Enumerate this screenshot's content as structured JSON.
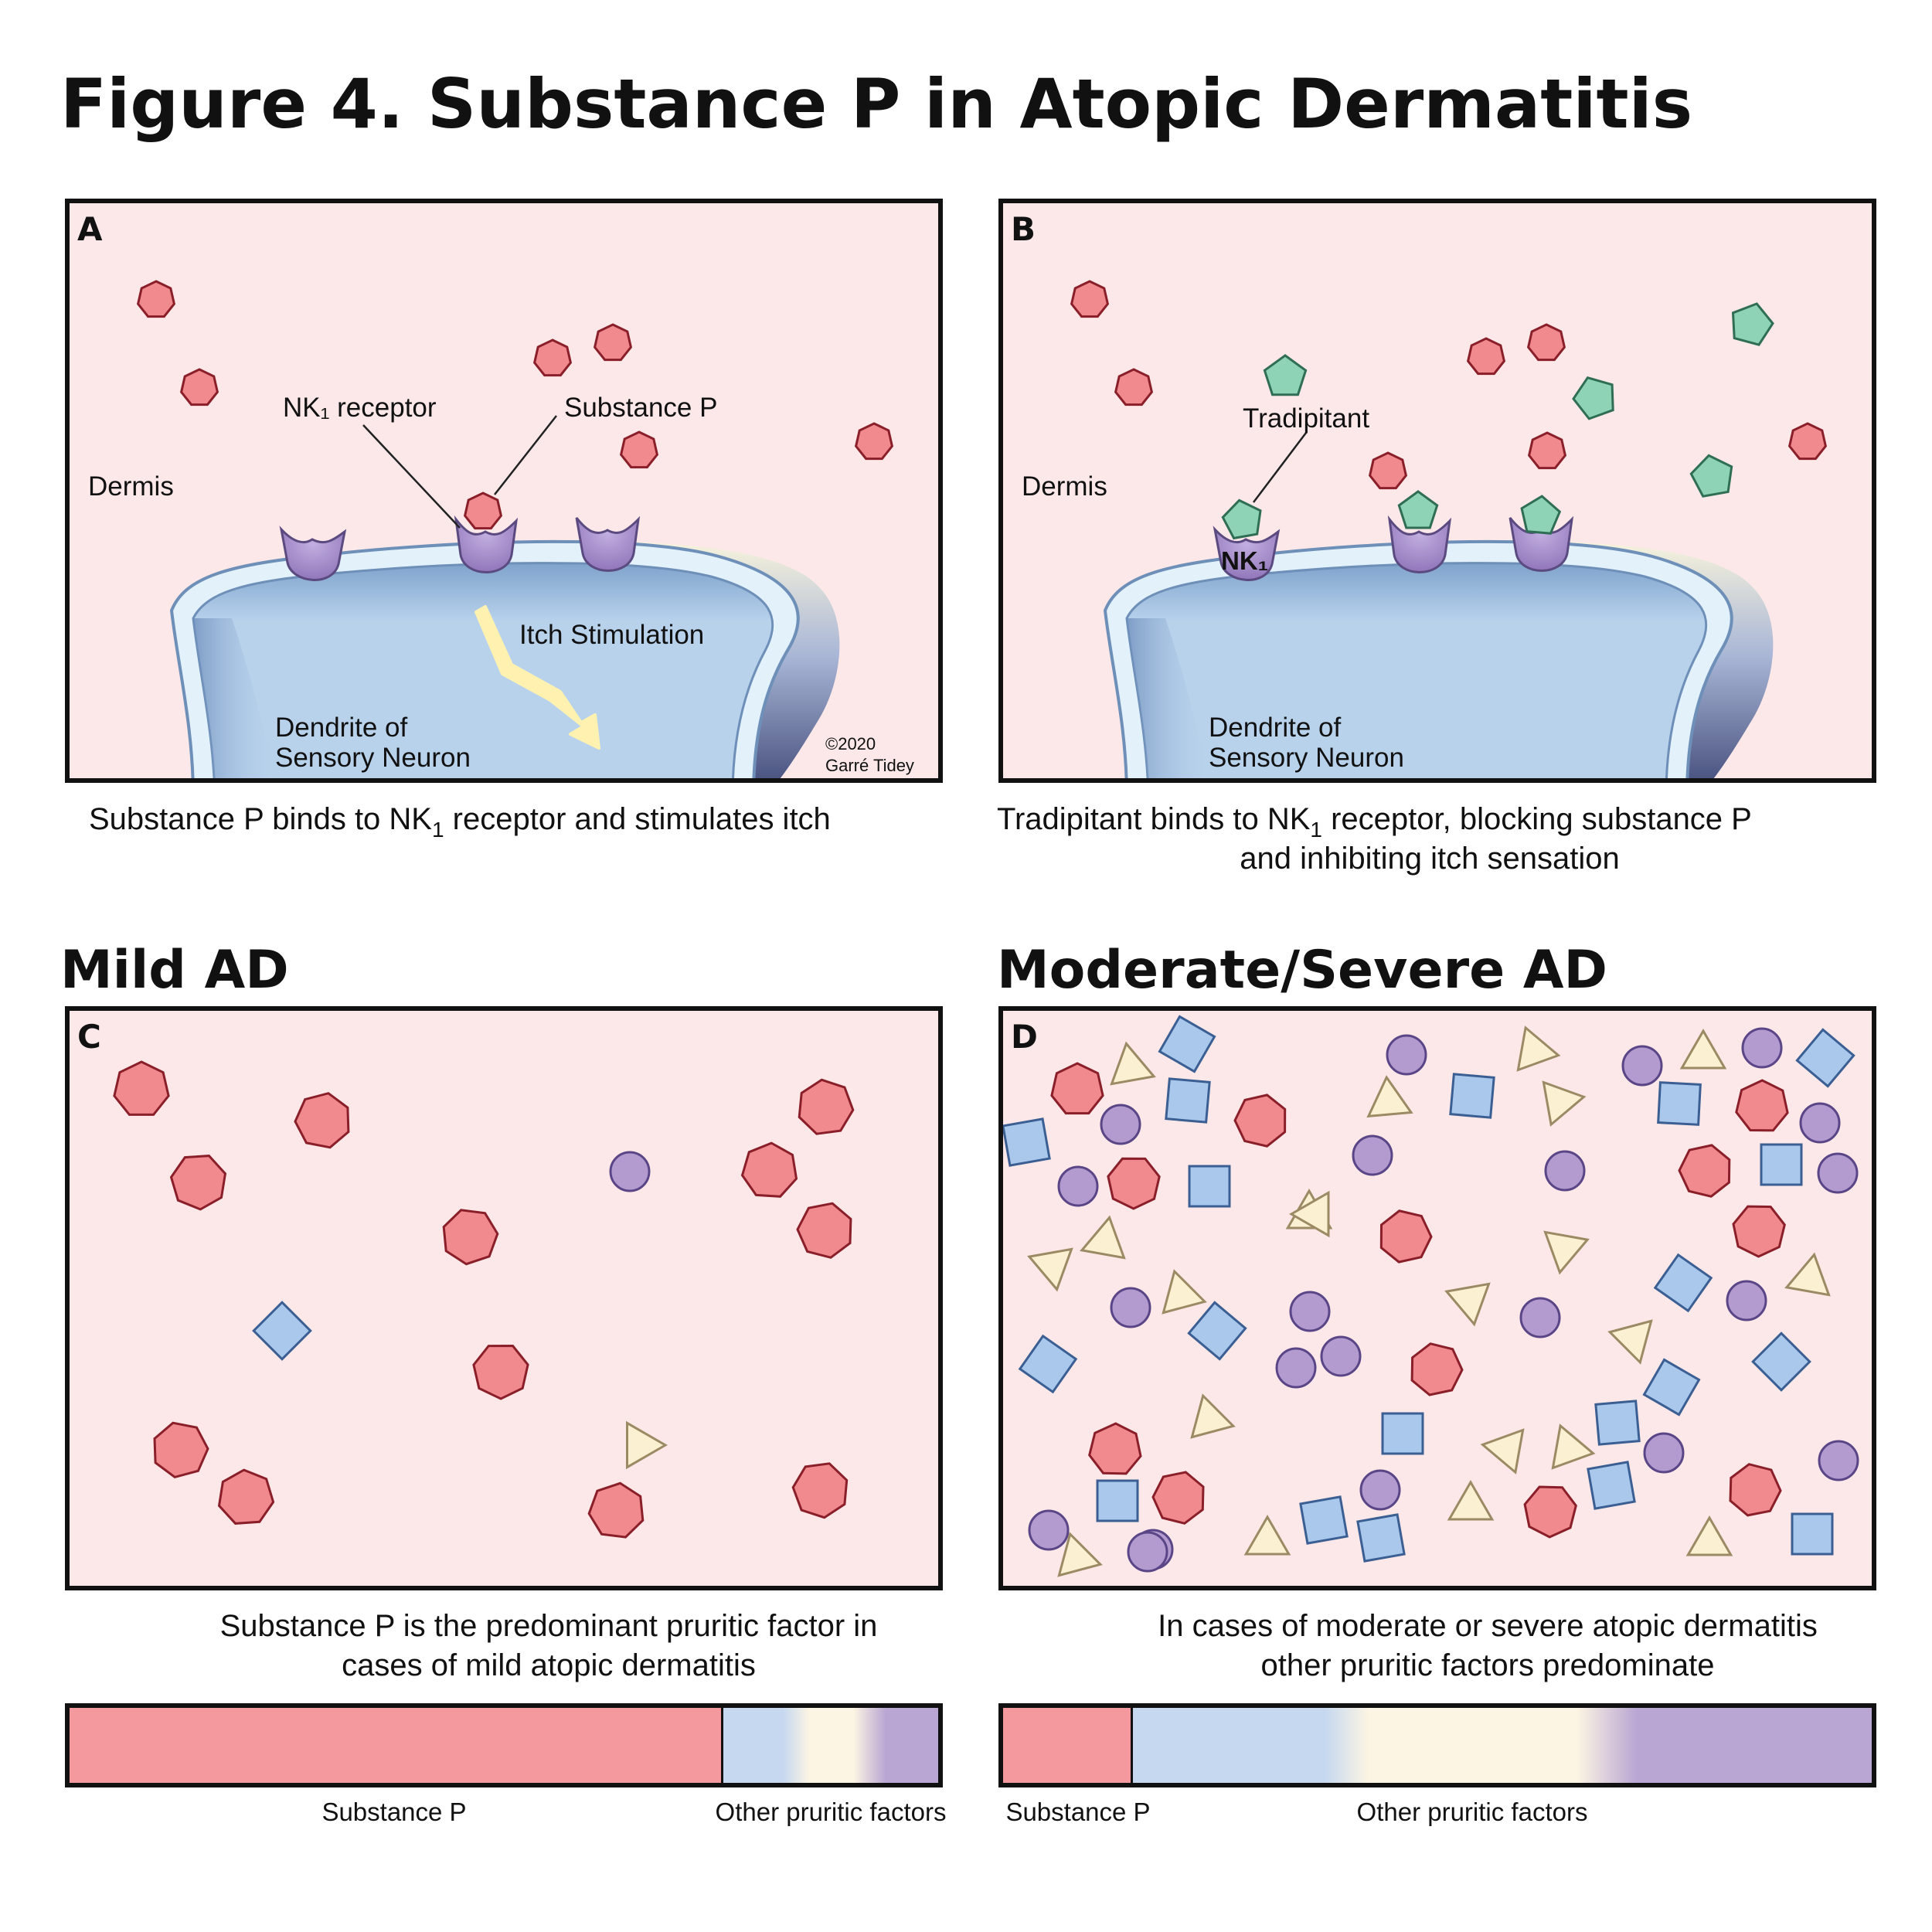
{
  "title": "Figure 4. Substance P in Atopic Dermatitis",
  "panels": {
    "a": {
      "letter": "A",
      "labels": {
        "dermis": "Dermis",
        "receptor": "NK₁ receptor",
        "substance_p": "Substance P",
        "itch": "Itch Stimulation",
        "dendrite_line1": "Dendrite of",
        "dendrite_line2": "Sensory Neuron",
        "copyright_line1": "©2020",
        "copyright_line2": "Garré Tidey"
      },
      "caption": {
        "pre": "Substance P binds to NK",
        "sub": "1",
        "post": " receptor and stimulates itch"
      }
    },
    "b": {
      "letter": "B",
      "labels": {
        "dermis": "Dermis",
        "tradipitant": "Tradipitant",
        "nk1": "NK₁",
        "dendrite_line1": "Dendrite of",
        "dendrite_line2": "Sensory Neuron"
      },
      "caption": {
        "line1_pre": "Tradipitant binds to NK",
        "line1_sub": "1",
        "line1_post": " receptor, blocking substance P",
        "line2": "and inhibiting itch sensation"
      }
    },
    "c": {
      "heading": "Mild AD",
      "letter": "C",
      "caption_line1": "Substance P is the predominant pruritic factor in",
      "caption_line2": "cases of mild atopic dermatitis",
      "bar": {
        "substance_p_label": "Substance P",
        "other_label": "Other pruritic factors"
      }
    },
    "d": {
      "heading": "Moderate/Severe AD",
      "letter": "D",
      "caption_line1": "In cases of moderate or severe atopic dermatitis",
      "caption_line2": "other pruritic factors predominate",
      "bar": {
        "substance_p_label": "Substance P",
        "other_label": "Other pruritic factors"
      }
    }
  },
  "colors": {
    "panel_bg": "#fce8e8",
    "substance_p": "#f08a8e",
    "tradipitant": "#8fd3b6",
    "receptor": "#a48bc4",
    "square": "#a9c8ec",
    "triangle": "#fbf1d2",
    "circle": "#b39bd0",
    "membrane": "#e3f1fb",
    "cytoplasm": "#b8d2ec",
    "arrow": "#fff2b0"
  },
  "composition_bars": {
    "c": {
      "substance_p": 0.75,
      "other": 0.25
    },
    "d": {
      "substance_p": 0.15,
      "other": 0.85
    }
  }
}
